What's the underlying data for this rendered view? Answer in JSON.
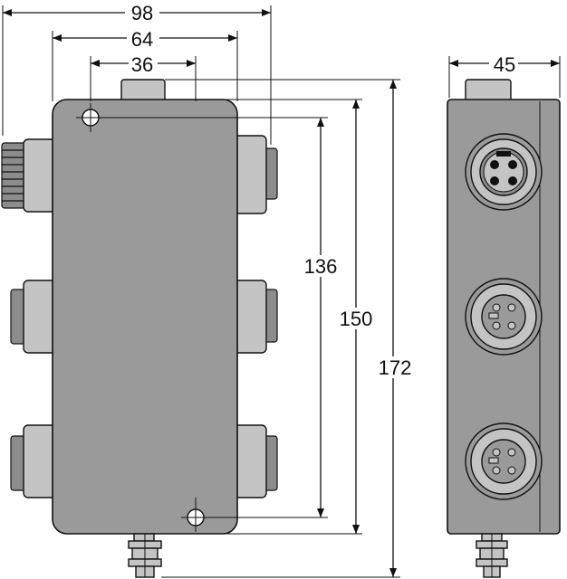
{
  "dimensions": {
    "width_outer": "98",
    "width_mid": "64",
    "width_inner": "36",
    "height_inner": "136",
    "height_mid": "150",
    "height_outer": "172",
    "side_width": "45"
  },
  "colors": {
    "housing": "#9a9a9a",
    "connector": "#c4c4c4",
    "line": "#111111"
  }
}
